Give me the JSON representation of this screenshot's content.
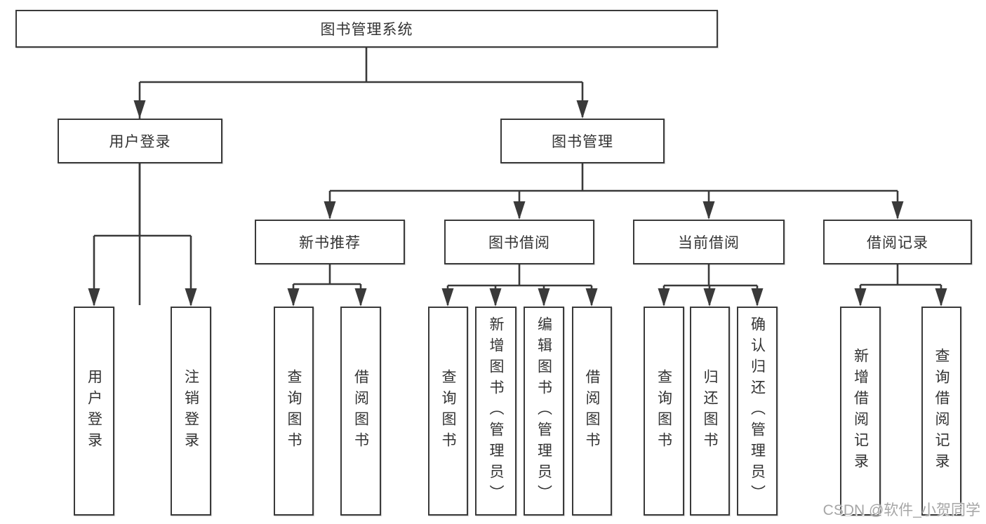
{
  "tree": {
    "root": {
      "label": "图书管理系统"
    },
    "branches": [
      {
        "label": "用户登录",
        "children": [
          {
            "label": "用户登录"
          },
          {
            "label": "注销登录"
          }
        ]
      },
      {
        "label": "图书管理",
        "children": [
          {
            "label": "新书推荐",
            "children": [
              {
                "label": "查询图书"
              },
              {
                "label": "借阅图书"
              }
            ]
          },
          {
            "label": "图书借阅",
            "children": [
              {
                "label": "查询图书"
              },
              {
                "label": "新增图书（管理员）"
              },
              {
                "label": "编辑图书（管理员）"
              },
              {
                "label": "借阅图书"
              }
            ]
          },
          {
            "label": "当前借阅",
            "children": [
              {
                "label": "查询图书"
              },
              {
                "label": "归还图书"
              },
              {
                "label": "确认归还（管理员）"
              }
            ]
          },
          {
            "label": "借阅记录",
            "children": [
              {
                "label": "新增借阅记录"
              },
              {
                "label": "查询借阅记录"
              }
            ]
          }
        ]
      }
    ]
  },
  "watermark": "CSDN @软件_小贺同学",
  "colors": {
    "line": "#3a3a3a",
    "text": "#333333",
    "background": "#ffffff",
    "watermark": "#a6a6a6"
  }
}
